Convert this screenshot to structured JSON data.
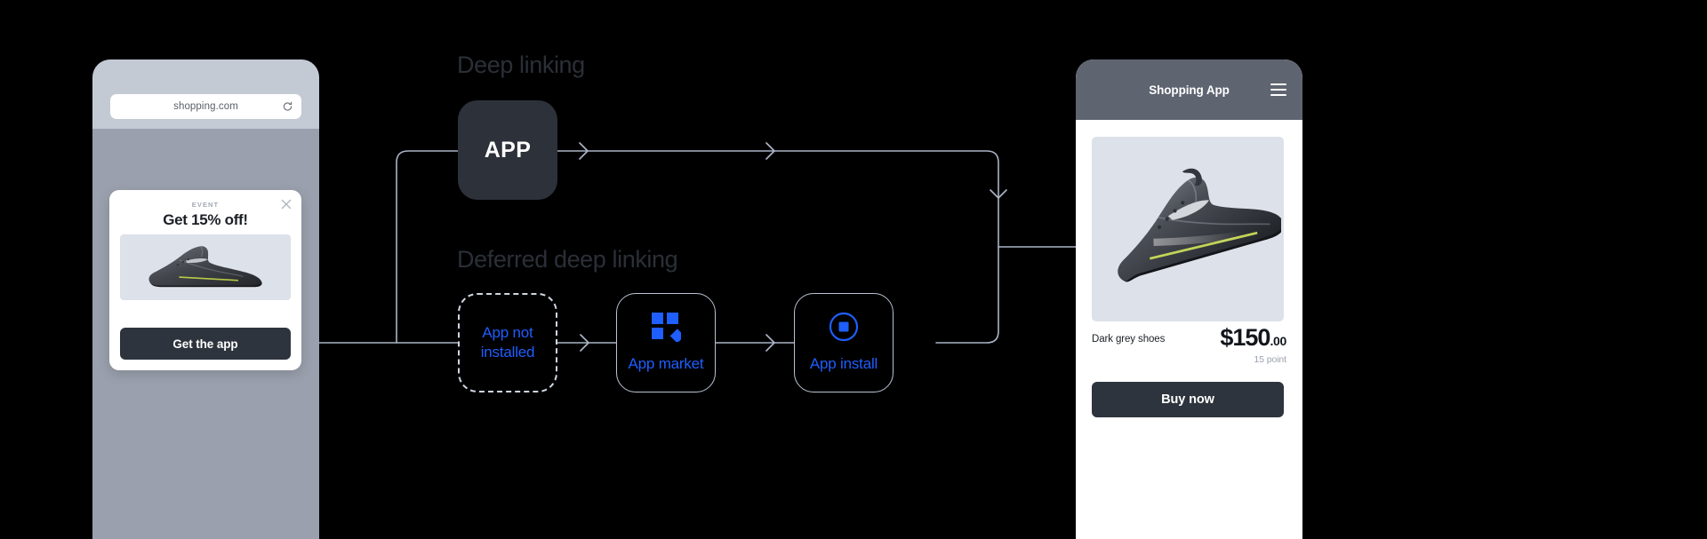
{
  "canvas": {
    "background": "#000000",
    "accent_blue": "#1f5eff",
    "wire_color": "#aab4c6",
    "dark_node": "#2c313a"
  },
  "left_phone": {
    "name": "browser-phone",
    "browser": {
      "url": "shopping.com",
      "reload_icon": "reload-icon"
    },
    "promo_card": {
      "close_icon": "close-icon",
      "eyebrow": "EVENT",
      "headline": "Get 15% off!",
      "product_image_alt": "dark-grey-shoe",
      "cta_label": "Get the app"
    }
  },
  "diagram": {
    "sections": [
      {
        "id": "deep-linking",
        "title": "Deep linking"
      },
      {
        "id": "deferred-deep-linking",
        "title": "Deferred deep linking"
      }
    ],
    "app_node": {
      "label": "APP",
      "style": "solid-dark"
    },
    "flow_nodes": [
      {
        "id": "app-not-installed",
        "label": "App not installed",
        "line1": "App not",
        "line2": "installed",
        "border": "dashed",
        "icon": null
      },
      {
        "id": "app-market",
        "label": "App market",
        "border": "solid",
        "icon": "app-market-icon"
      },
      {
        "id": "app-install",
        "label": "App install",
        "border": "solid",
        "icon": "app-install-icon"
      }
    ],
    "arrows": [
      {
        "from": "app-node",
        "to": "right-rail",
        "direction": "right"
      },
      {
        "from": "right-rail-top",
        "to": "right-rail-mid",
        "direction": "down"
      },
      {
        "from": "app-not-installed",
        "to": "app-market",
        "direction": "right"
      },
      {
        "from": "app-market",
        "to": "app-install",
        "direction": "right"
      }
    ]
  },
  "right_phone": {
    "name": "app-phone",
    "header": {
      "title": "Shopping App",
      "menu_icon": "hamburger-menu-icon"
    },
    "product": {
      "image_alt": "dark-grey-shoe",
      "name": "Dark grey shoes",
      "price_main": "$150",
      "price_cents": ".00",
      "points": "15 point",
      "cta_label": "Buy now"
    }
  }
}
